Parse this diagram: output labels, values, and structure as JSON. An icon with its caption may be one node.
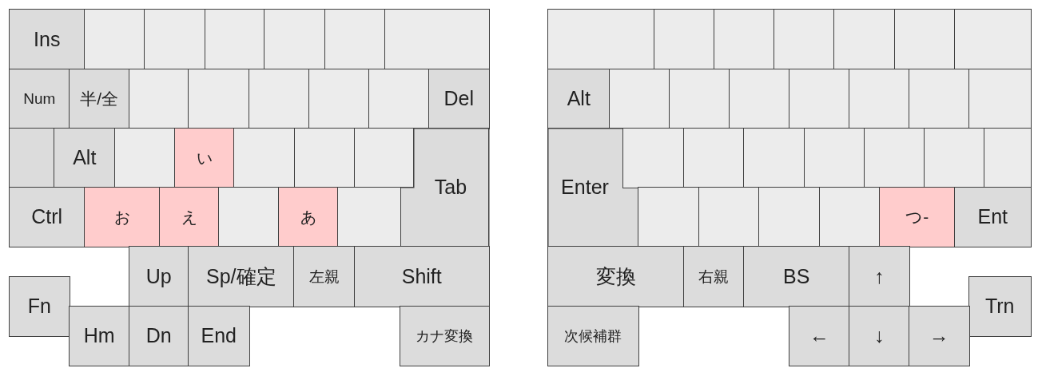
{
  "diagram": {
    "nodes": [
      {
        "text": [
          "Ins"
        ]
      },
      {
        "text": [],
        "shape": "box"
      },
      {
        "text": [],
        "shape": "box"
      },
      {
        "text": [],
        "shape": "box"
      },
      {
        "text": [],
        "shape": "box"
      },
      {
        "text": [],
        "shape": "box"
      },
      {
        "text": [],
        "shape": "box"
      },
      {
        "text": [
          "Num"
        ]
      },
      {
        "text": [
          "半/全"
        ]
      },
      {
        "text": [],
        "shape": "box"
      },
      {
        "text": [],
        "shape": "box"
      },
      {
        "text": [],
        "shape": "box"
      },
      {
        "text": [],
        "shape": "box"
      },
      {
        "text": [],
        "shape": "box"
      },
      {
        "text": [
          "Del"
        ]
      },
      {
        "text": [],
        "shape": "box"
      },
      {
        "text": [
          "Alt"
        ]
      },
      {
        "text": [],
        "shape": "box"
      },
      {
        "text": [
          "い"
        ]
      },
      {
        "text": [],
        "shape": "box"
      },
      {
        "text": [],
        "shape": "box"
      },
      {
        "text": [],
        "shape": "box"
      },
      {
        "text": [
          "Tab"
        ]
      },
      {
        "text": [
          "Ctrl"
        ]
      },
      {
        "text": [
          "お"
        ]
      },
      {
        "text": [
          "え"
        ]
      },
      {
        "text": [],
        "shape": "box"
      },
      {
        "text": [
          "あ"
        ]
      },
      {
        "text": [],
        "shape": "box"
      },
      {
        "text": [
          "Up"
        ]
      },
      {
        "text": [
          "Sp/確定"
        ]
      },
      {
        "text": [
          "左親"
        ]
      },
      {
        "text": [
          "Shift"
        ]
      },
      {
        "text": [
          "Fn"
        ]
      },
      {
        "text": [
          "Hm"
        ]
      },
      {
        "text": [
          "Dn"
        ]
      },
      {
        "text": [
          "End"
        ]
      },
      {
        "text": [
          "カナ変換"
        ]
      },
      {
        "text": [],
        "shape": "box"
      },
      {
        "text": [],
        "shape": "box"
      },
      {
        "text": [],
        "shape": "box"
      },
      {
        "text": [],
        "shape": "box"
      },
      {
        "text": [],
        "shape": "box"
      },
      {
        "text": [],
        "shape": "box"
      },
      {
        "text": [],
        "shape": "box"
      },
      {
        "text": [
          "Alt"
        ]
      },
      {
        "text": [],
        "shape": "box"
      },
      {
        "text": [],
        "shape": "box"
      },
      {
        "text": [],
        "shape": "box"
      },
      {
        "text": [],
        "shape": "box"
      },
      {
        "text": [],
        "shape": "box"
      },
      {
        "text": [],
        "shape": "box"
      },
      {
        "text": [],
        "shape": "box"
      },
      {
        "text": [
          "Enter"
        ]
      },
      {
        "text": [],
        "shape": "box"
      },
      {
        "text": [],
        "shape": "box"
      },
      {
        "text": [],
        "shape": "box"
      },
      {
        "text": [],
        "shape": "box"
      },
      {
        "text": [],
        "shape": "box"
      },
      {
        "text": [],
        "shape": "box"
      },
      {
        "text": [],
        "shape": "box"
      },
      {
        "text": [],
        "shape": "box"
      },
      {
        "text": [],
        "shape": "box"
      },
      {
        "text": [],
        "shape": "box"
      },
      {
        "text": [],
        "shape": "box"
      },
      {
        "text": [
          "つ-"
        ]
      },
      {
        "text": [
          "Ent"
        ]
      },
      {
        "text": [
          "変換"
        ]
      },
      {
        "text": [
          "右親"
        ]
      },
      {
        "text": [
          "BS"
        ]
      },
      {
        "text": [
          "↑"
        ]
      },
      {
        "text": [
          "Trn"
        ]
      },
      {
        "text": [
          "次候補群"
        ]
      },
      {
        "text": [
          "←"
        ]
      },
      {
        "text": [
          "↓"
        ]
      },
      {
        "text": [
          "→"
        ]
      }
    ]
  }
}
